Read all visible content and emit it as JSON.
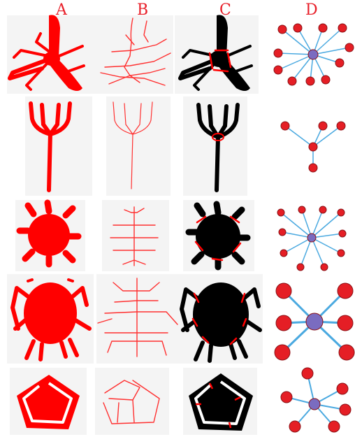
{
  "columns": [
    {
      "letter": "A"
    },
    {
      "letter": "B"
    },
    {
      "letter": "C"
    },
    {
      "letter": "D"
    }
  ],
  "rows": [
    {
      "shape": "wasp"
    },
    {
      "shape": "fork"
    },
    {
      "shape": "spider"
    },
    {
      "shape": "beetle"
    },
    {
      "shape": "pentagon"
    }
  ],
  "colors": {
    "shape_fill": "#ff0000",
    "silhouette": "#000000",
    "skeleton": "#ff2020",
    "node_fill": "#e51e25",
    "node_stroke": "#8a1015",
    "edge": "#4aa9e0",
    "hub_fill": "#7a6cc0"
  }
}
